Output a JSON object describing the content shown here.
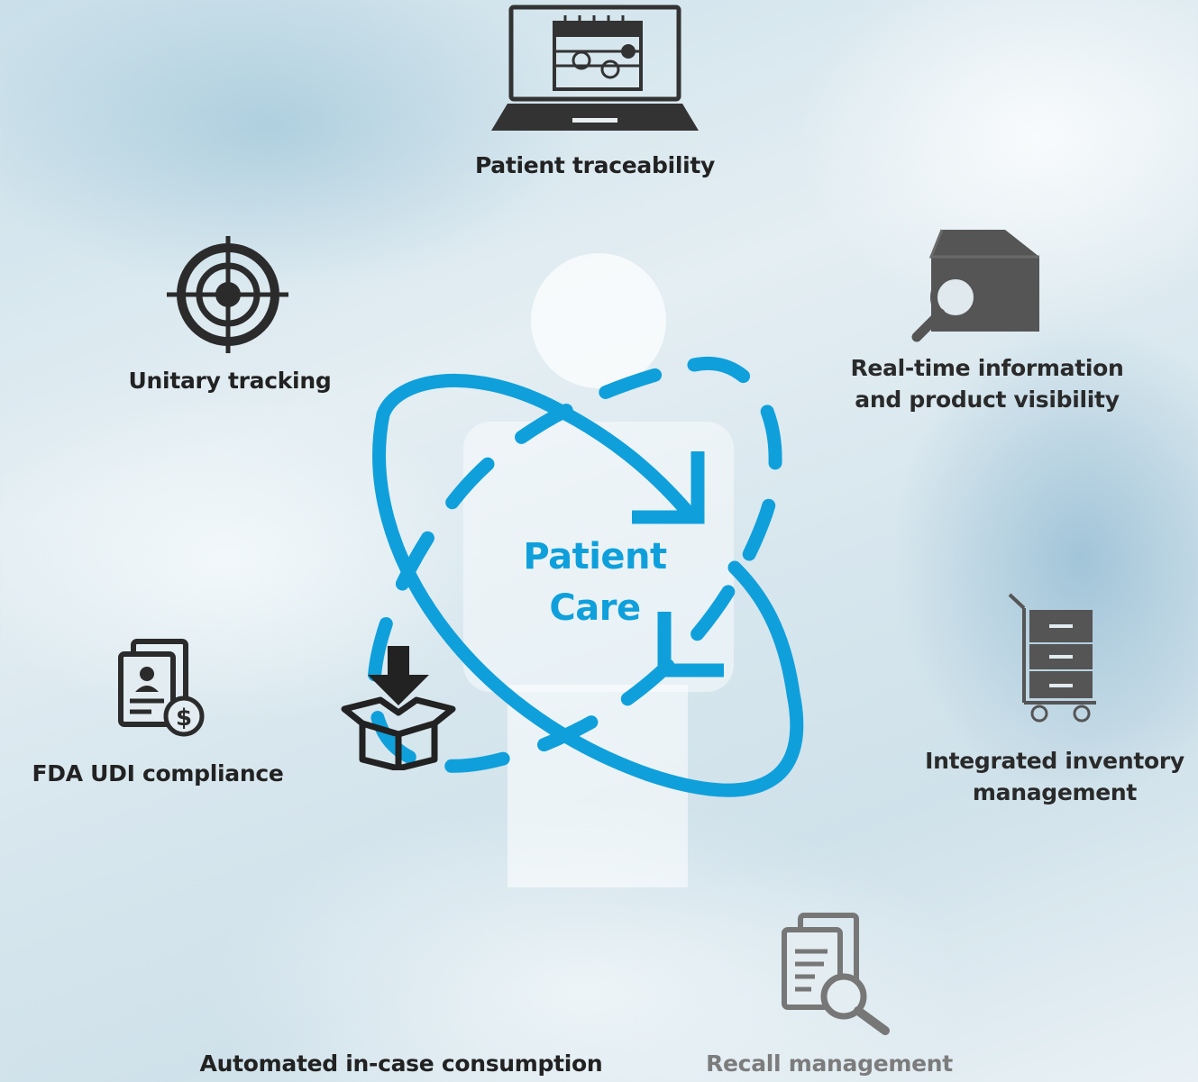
{
  "center": {
    "line1": "Patient",
    "line2": "Care"
  },
  "features": {
    "patient_traceability": "Patient traceability",
    "unitary_tracking": "Unitary tracking",
    "realtime_line1": "Real-time information",
    "realtime_line2": "and product visibility",
    "fda_udi": "FDA UDI compliance",
    "inventory_line1": "Integrated inventory",
    "inventory_line2": "management",
    "automated": "Automated in-case consumption",
    "recall": "Recall management"
  },
  "colors": {
    "accent_blue": "#0fa0dc",
    "icon_dark": "#2b2b2b",
    "icon_grey": "#707070",
    "text_grey": "#7c7c7c"
  },
  "icons": [
    "laptop-calendar-icon",
    "target-icon",
    "box-search-icon",
    "document-dollar-icon",
    "cart-shelves-icon",
    "box-download-icon",
    "documents-search-icon"
  ]
}
